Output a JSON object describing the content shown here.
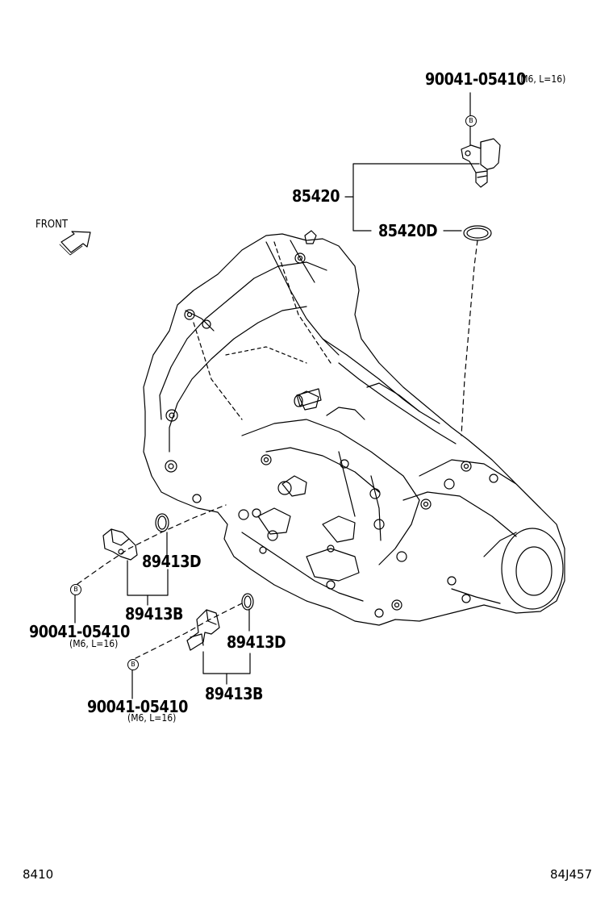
{
  "front_label": "FRONT",
  "top_assembly": {
    "bolt_part": "90041-05410",
    "bolt_spec": "(M6, L=16)",
    "bolt_mark": "B",
    "sensor_part": "85420",
    "oring_part": "85420D"
  },
  "left_assembly": {
    "oring_part": "89413D",
    "sensor_part": "89413B",
    "bolt_part": "90041-05410",
    "bolt_spec": "(M6, L=16)",
    "bolt_mark": "B"
  },
  "lower_assembly": {
    "oring_part": "89413D",
    "sensor_part": "89413B",
    "bolt_part": "90041-05410",
    "bolt_spec": "(M6, L=16)",
    "bolt_mark": "B"
  },
  "footer": {
    "page_code": "8410",
    "figure_code": "84J457"
  }
}
